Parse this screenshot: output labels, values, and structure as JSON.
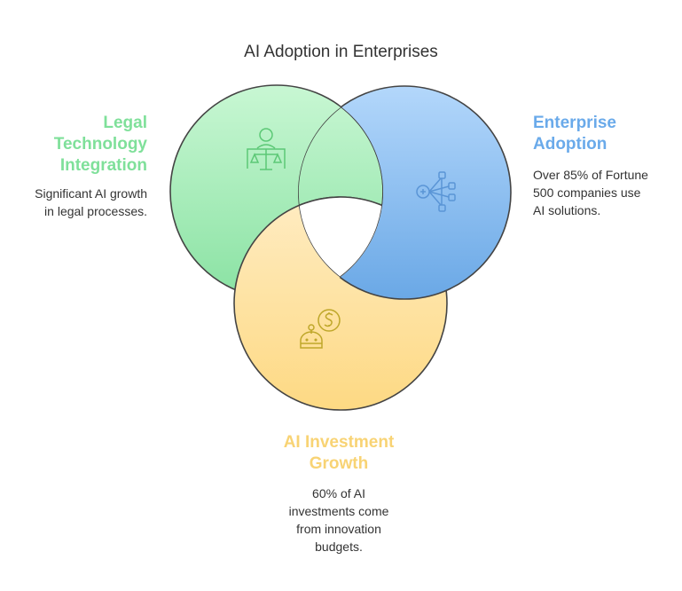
{
  "title": "AI Adoption in Enterprises",
  "sets": [
    {
      "heading": "Legal Technology Integration",
      "heading_lines": [
        "Legal",
        "Technology",
        "Integration"
      ],
      "description_lines": [
        "Significant AI growth",
        "in legal processes."
      ],
      "icon": "judge-scales-icon",
      "color": "#7fe09a"
    },
    {
      "heading": "Enterprise Adoption",
      "heading_lines": [
        "Enterprise",
        "Adoption"
      ],
      "description_lines": [
        "Over 85% of Fortune",
        "500 companies use",
        "AI solutions."
      ],
      "icon": "network-nodes-icon",
      "color": "#6aaaea"
    },
    {
      "heading": "AI Investment Growth",
      "heading_lines": [
        "AI Investment",
        "Growth"
      ],
      "description_lines": [
        "60% of AI",
        "investments come",
        "from innovation",
        "budgets."
      ],
      "icon": "robot-dollar-icon",
      "color": "#f8d374"
    }
  ]
}
